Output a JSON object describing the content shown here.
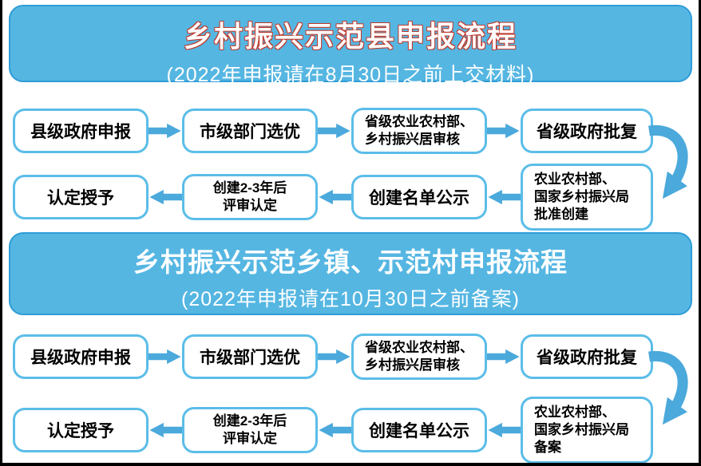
{
  "colors": {
    "banner-bg": "#55B6E2",
    "banner-border": "#2E9CD6",
    "banner-text": "#FFFFFF",
    "title-outline": "#C0392B",
    "box-border": "#5BBDE8",
    "arrow": "#4BA9DB",
    "text": "#000000",
    "frame": "#000000"
  },
  "county": {
    "title": "乡村振兴示范县申报流程",
    "subtitle": "(2022年申报请在8月30日之前上交材料)",
    "steps": {
      "county_apply": "县级政府申报",
      "city_select": "市级部门选优",
      "province_review": "省级农业农村部、\n乡村振兴居审核",
      "province_approval": "省级政府批复",
      "national_approval": "农业农村部、\n国家乡村振兴局\n批准创建",
      "list_publicity": "创建名单公示",
      "evaluation": "创建2-3年后\n评审认定",
      "award": "认定授予"
    }
  },
  "township": {
    "title": "乡村振兴示范乡镇、示范村申报流程",
    "subtitle": "(2022年申报请在10月30日之前备案)",
    "steps": {
      "county_apply": "县级政府申报",
      "city_select": "市级部门选优",
      "province_review": "省级农业农村部、\n乡村振兴居审核",
      "province_approval": "省级政府批复",
      "national_record": "农业农村部、\n国家乡村振兴局\n备案",
      "list_publicity": "创建名单公示",
      "evaluation": "创建2-3年后\n评审认定",
      "award": "认定授予"
    }
  }
}
